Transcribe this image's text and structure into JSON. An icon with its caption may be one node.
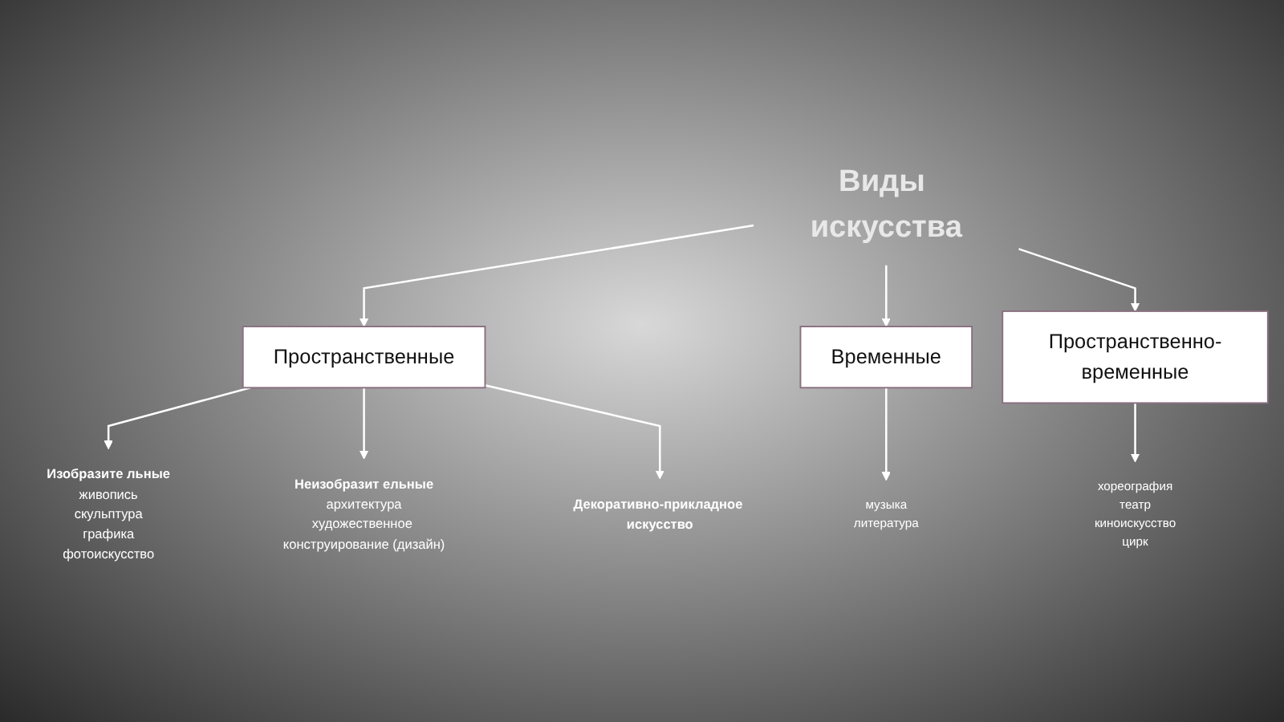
{
  "diagram": {
    "nodes": [
      {
        "text": [
          "Виды искусства"
        ]
      },
      {
        "text": [
          "Пространственные"
        ]
      },
      {
        "text": [
          "Временные"
        ]
      },
      {
        "text": [
          "Пространственно-временные"
        ]
      },
      {
        "text": [
          "Изобразите льные",
          "живопись",
          "скульптура",
          "графика",
          "фотоискусство"
        ]
      },
      {
        "text": [
          "Неизобразит ельные",
          "архитектура",
          "художественное конструирование (дизайн)"
        ]
      },
      {
        "text": [
          "Декоративно-прикладное искусство"
        ]
      },
      {
        "text": [
          "музыка",
          "литература"
        ]
      },
      {
        "text": [
          "хореография",
          "театр",
          "киноискусство",
          "цирк"
        ]
      }
    ],
    "edges": [
      {
        "from": 0,
        "to": 1,
        "arrow": "to"
      },
      {
        "from": 0,
        "to": 2,
        "arrow": "to"
      },
      {
        "from": 0,
        "to": 3,
        "arrow": "to"
      },
      {
        "from": 1,
        "to": 4,
        "arrow": "to"
      },
      {
        "from": 1,
        "to": 5,
        "arrow": "to"
      },
      {
        "from": 1,
        "to": 6,
        "arrow": "to"
      },
      {
        "from": 2,
        "to": 7,
        "arrow": "to"
      },
      {
        "from": 3,
        "to": 8,
        "arrow": "to"
      }
    ]
  }
}
